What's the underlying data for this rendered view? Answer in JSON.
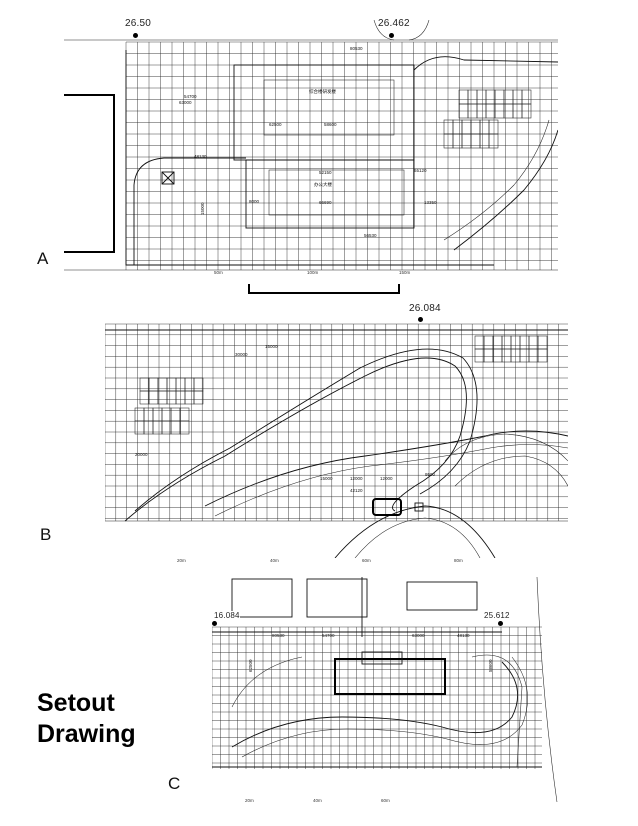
{
  "title": {
    "line1": "Setout",
    "line2": "Drawing"
  },
  "panels": [
    {
      "letter": "A",
      "elevations": [
        "26.50",
        "26.462"
      ],
      "scale_ticks": [
        "50m",
        "100m",
        "150m"
      ]
    },
    {
      "letter": "B",
      "elevations": [
        "26.084"
      ],
      "scale_ticks": [
        "20m",
        "40m",
        "60m",
        "80m"
      ]
    },
    {
      "letter": "C",
      "elevations": [
        "16.084",
        "25.612"
      ],
      "scale_ticks": [
        "20m",
        "40m",
        "60m"
      ]
    }
  ],
  "annotations": {
    "a_building_top": "综合楼研发楼",
    "a_building_bottom": "办公大楼",
    "a_dims": [
      "80530",
      "54700",
      "63000",
      "48130",
      "62500",
      "58600",
      "56530",
      "52150",
      "66690",
      "65120",
      "13350",
      "8000",
      "15000"
    ],
    "b_dims": [
      "15000",
      "12000",
      "12000",
      "42120",
      "30000",
      "20000",
      "9500",
      "15000"
    ]
  }
}
